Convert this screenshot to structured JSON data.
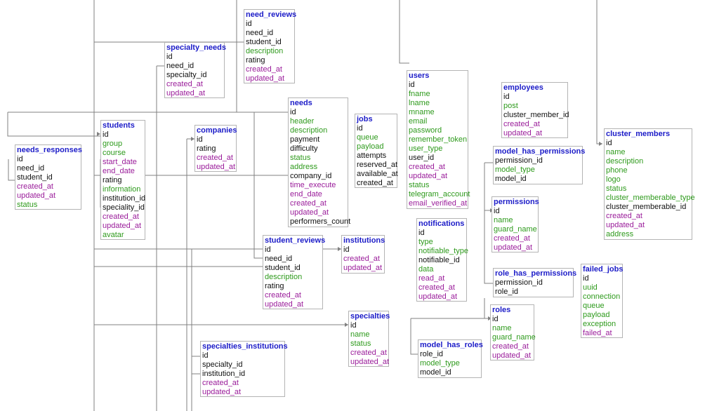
{
  "colors": {
    "title": "#1c1cc8",
    "required": "#111111",
    "optional": "#2e9a1c",
    "timestamp": "#9a1c9a",
    "line": "#808080",
    "border": "#b4b4b4"
  },
  "tables": {
    "need_reviews": {
      "title": "need_reviews",
      "fields": [
        {
          "name": "id",
          "kind": "key"
        },
        {
          "name": "need_id",
          "kind": "fk"
        },
        {
          "name": "student_id",
          "kind": "fk"
        },
        {
          "name": "description",
          "kind": "opt"
        },
        {
          "name": "rating",
          "kind": "fk"
        },
        {
          "name": "created_at",
          "kind": "ts"
        },
        {
          "name": "updated_at",
          "kind": "ts"
        }
      ]
    },
    "specialty_needs": {
      "title": "specialty_needs",
      "fields": [
        {
          "name": "id",
          "kind": "key"
        },
        {
          "name": "need_id",
          "kind": "fk"
        },
        {
          "name": "specialty_id",
          "kind": "fk"
        },
        {
          "name": "created_at",
          "kind": "ts"
        },
        {
          "name": "updated_at",
          "kind": "ts"
        }
      ]
    },
    "users": {
      "title": "users",
      "fields": [
        {
          "name": "id",
          "kind": "key"
        },
        {
          "name": "fname",
          "kind": "opt"
        },
        {
          "name": "lname",
          "kind": "opt"
        },
        {
          "name": "mname",
          "kind": "opt"
        },
        {
          "name": "email",
          "kind": "opt"
        },
        {
          "name": "password",
          "kind": "opt"
        },
        {
          "name": "remember_token",
          "kind": "opt"
        },
        {
          "name": "user_type",
          "kind": "opt"
        },
        {
          "name": "user_id",
          "kind": "fk"
        },
        {
          "name": "created_at",
          "kind": "ts"
        },
        {
          "name": "updated_at",
          "kind": "ts"
        },
        {
          "name": "status",
          "kind": "opt"
        },
        {
          "name": "telegram_account",
          "kind": "opt"
        },
        {
          "name": "email_verified_at",
          "kind": "ts"
        }
      ]
    },
    "employees": {
      "title": "employees",
      "fields": [
        {
          "name": "id",
          "kind": "key"
        },
        {
          "name": "post",
          "kind": "opt"
        },
        {
          "name": "cluster_member_id",
          "kind": "fk"
        },
        {
          "name": "created_at",
          "kind": "ts"
        },
        {
          "name": "updated_at",
          "kind": "ts"
        }
      ]
    },
    "needs": {
      "title": "needs",
      "fields": [
        {
          "name": "id",
          "kind": "key"
        },
        {
          "name": "header",
          "kind": "opt"
        },
        {
          "name": "description",
          "kind": "opt"
        },
        {
          "name": "payment",
          "kind": "fk"
        },
        {
          "name": "difficulty",
          "kind": "fk"
        },
        {
          "name": "status",
          "kind": "opt"
        },
        {
          "name": "address",
          "kind": "opt"
        },
        {
          "name": "company_id",
          "kind": "fk"
        },
        {
          "name": "time_execute",
          "kind": "ts"
        },
        {
          "name": "end_date",
          "kind": "ts"
        },
        {
          "name": "created_at",
          "kind": "ts"
        },
        {
          "name": "updated_at",
          "kind": "ts"
        },
        {
          "name": "performers_count",
          "kind": "fk"
        }
      ]
    },
    "jobs": {
      "title": "jobs",
      "fields": [
        {
          "name": "id",
          "kind": "key"
        },
        {
          "name": "queue",
          "kind": "opt"
        },
        {
          "name": "payload",
          "kind": "opt"
        },
        {
          "name": "attempts",
          "kind": "fk"
        },
        {
          "name": "reserved_at",
          "kind": "fk"
        },
        {
          "name": "available_at",
          "kind": "fk"
        },
        {
          "name": "created_at",
          "kind": "fk"
        }
      ]
    },
    "students": {
      "title": "students",
      "fields": [
        {
          "name": "id",
          "kind": "key"
        },
        {
          "name": "group",
          "kind": "opt"
        },
        {
          "name": "course",
          "kind": "opt"
        },
        {
          "name": "start_date",
          "kind": "ts"
        },
        {
          "name": "end_date",
          "kind": "ts"
        },
        {
          "name": "rating",
          "kind": "fk"
        },
        {
          "name": "information",
          "kind": "opt"
        },
        {
          "name": "institution_id",
          "kind": "fk"
        },
        {
          "name": "speciality_id",
          "kind": "fk"
        },
        {
          "name": "created_at",
          "kind": "ts"
        },
        {
          "name": "updated_at",
          "kind": "ts"
        },
        {
          "name": "avatar",
          "kind": "opt"
        }
      ]
    },
    "companies": {
      "title": "companies",
      "fields": [
        {
          "name": "id",
          "kind": "key"
        },
        {
          "name": "rating",
          "kind": "fk"
        },
        {
          "name": "created_at",
          "kind": "ts"
        },
        {
          "name": "updated_at",
          "kind": "ts"
        }
      ]
    },
    "cluster_members": {
      "title": "cluster_members",
      "fields": [
        {
          "name": "id",
          "kind": "key"
        },
        {
          "name": "name",
          "kind": "opt"
        },
        {
          "name": "description",
          "kind": "opt"
        },
        {
          "name": "phone",
          "kind": "opt"
        },
        {
          "name": "logo",
          "kind": "opt"
        },
        {
          "name": "status",
          "kind": "opt"
        },
        {
          "name": "cluster_memberable_type",
          "kind": "opt"
        },
        {
          "name": "cluster_memberable_id",
          "kind": "fk"
        },
        {
          "name": "created_at",
          "kind": "ts"
        },
        {
          "name": "updated_at",
          "kind": "ts"
        },
        {
          "name": "address",
          "kind": "opt"
        }
      ]
    },
    "needs_responses": {
      "title": "needs_responses",
      "fields": [
        {
          "name": "id",
          "kind": "key"
        },
        {
          "name": "need_id",
          "kind": "fk"
        },
        {
          "name": "student_id",
          "kind": "fk"
        },
        {
          "name": "created_at",
          "kind": "ts"
        },
        {
          "name": "updated_at",
          "kind": "ts"
        },
        {
          "name": "status",
          "kind": "opt"
        }
      ]
    },
    "model_has_permissions": {
      "title": "model_has_permissions",
      "fields": [
        {
          "name": "permission_id",
          "kind": "fk"
        },
        {
          "name": "model_type",
          "kind": "opt"
        },
        {
          "name": "model_id",
          "kind": "fk"
        }
      ]
    },
    "permissions": {
      "title": "permissions",
      "fields": [
        {
          "name": "id",
          "kind": "key"
        },
        {
          "name": "name",
          "kind": "opt"
        },
        {
          "name": "guard_name",
          "kind": "opt"
        },
        {
          "name": "created_at",
          "kind": "ts"
        },
        {
          "name": "updated_at",
          "kind": "ts"
        }
      ]
    },
    "notifications": {
      "title": "notifications",
      "fields": [
        {
          "name": "id",
          "kind": "key"
        },
        {
          "name": "type",
          "kind": "opt"
        },
        {
          "name": "notifiable_type",
          "kind": "opt"
        },
        {
          "name": "notifiable_id",
          "kind": "fk"
        },
        {
          "name": "data",
          "kind": "opt"
        },
        {
          "name": "read_at",
          "kind": "ts"
        },
        {
          "name": "created_at",
          "kind": "ts"
        },
        {
          "name": "updated_at",
          "kind": "ts"
        }
      ]
    },
    "student_reviews": {
      "title": "student_reviews",
      "fields": [
        {
          "name": "id",
          "kind": "key"
        },
        {
          "name": "need_id",
          "kind": "fk"
        },
        {
          "name": "student_id",
          "kind": "fk"
        },
        {
          "name": "description",
          "kind": "opt"
        },
        {
          "name": "rating",
          "kind": "fk"
        },
        {
          "name": "created_at",
          "kind": "ts"
        },
        {
          "name": "updated_at",
          "kind": "ts"
        }
      ]
    },
    "institutions": {
      "title": "institutions",
      "fields": [
        {
          "name": "id",
          "kind": "key"
        },
        {
          "name": "created_at",
          "kind": "ts"
        },
        {
          "name": "updated_at",
          "kind": "ts"
        }
      ]
    },
    "role_has_permissions": {
      "title": "role_has_permissions",
      "fields": [
        {
          "name": "permission_id",
          "kind": "fk"
        },
        {
          "name": "role_id",
          "kind": "fk"
        }
      ]
    },
    "failed_jobs": {
      "title": "failed_jobs",
      "fields": [
        {
          "name": "id",
          "kind": "key"
        },
        {
          "name": "uuid",
          "kind": "opt"
        },
        {
          "name": "connection",
          "kind": "opt"
        },
        {
          "name": "queue",
          "kind": "opt"
        },
        {
          "name": "payload",
          "kind": "opt"
        },
        {
          "name": "exception",
          "kind": "opt"
        },
        {
          "name": "failed_at",
          "kind": "ts"
        }
      ]
    },
    "roles": {
      "title": "roles",
      "fields": [
        {
          "name": "id",
          "kind": "key"
        },
        {
          "name": "name",
          "kind": "opt"
        },
        {
          "name": "guard_name",
          "kind": "opt"
        },
        {
          "name": "created_at",
          "kind": "ts"
        },
        {
          "name": "updated_at",
          "kind": "ts"
        }
      ]
    },
    "specialties": {
      "title": "specialties",
      "fields": [
        {
          "name": "id",
          "kind": "key"
        },
        {
          "name": "name",
          "kind": "opt"
        },
        {
          "name": "status",
          "kind": "opt"
        },
        {
          "name": "created_at",
          "kind": "ts"
        },
        {
          "name": "updated_at",
          "kind": "ts"
        }
      ]
    },
    "model_has_roles": {
      "title": "model_has_roles",
      "fields": [
        {
          "name": "role_id",
          "kind": "fk"
        },
        {
          "name": "model_type",
          "kind": "opt"
        },
        {
          "name": "model_id",
          "kind": "fk"
        }
      ]
    },
    "specialties_institutions": {
      "title": "specialties_institutions",
      "fields": [
        {
          "name": "id",
          "kind": "key"
        },
        {
          "name": "specialty_id",
          "kind": "fk"
        },
        {
          "name": "institution_id",
          "kind": "fk"
        },
        {
          "name": "created_at",
          "kind": "ts"
        },
        {
          "name": "updated_at",
          "kind": "ts"
        }
      ]
    }
  }
}
